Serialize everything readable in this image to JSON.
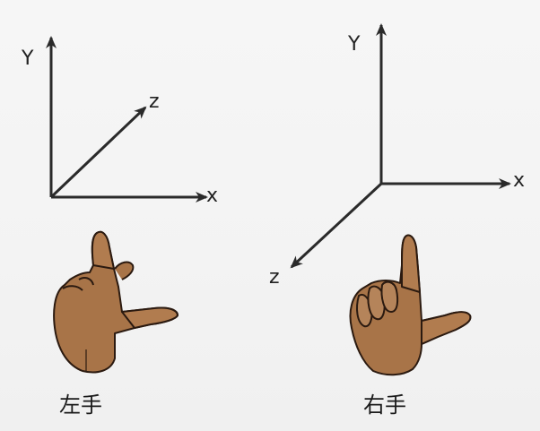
{
  "colors": {
    "background": "#f3f3f3",
    "axis": "#2a2a2a",
    "skin": "#a87448",
    "skin_outline": "#2b1a10"
  },
  "left_system": {
    "y_label": "Y",
    "z_label": "z",
    "x_label": "x",
    "hand_icon": "left-hand-icon",
    "caption": "左手"
  },
  "right_system": {
    "y_label": "Y",
    "x_label": "x",
    "z_label": "z",
    "hand_icon": "right-hand-icon",
    "caption": "右手"
  }
}
